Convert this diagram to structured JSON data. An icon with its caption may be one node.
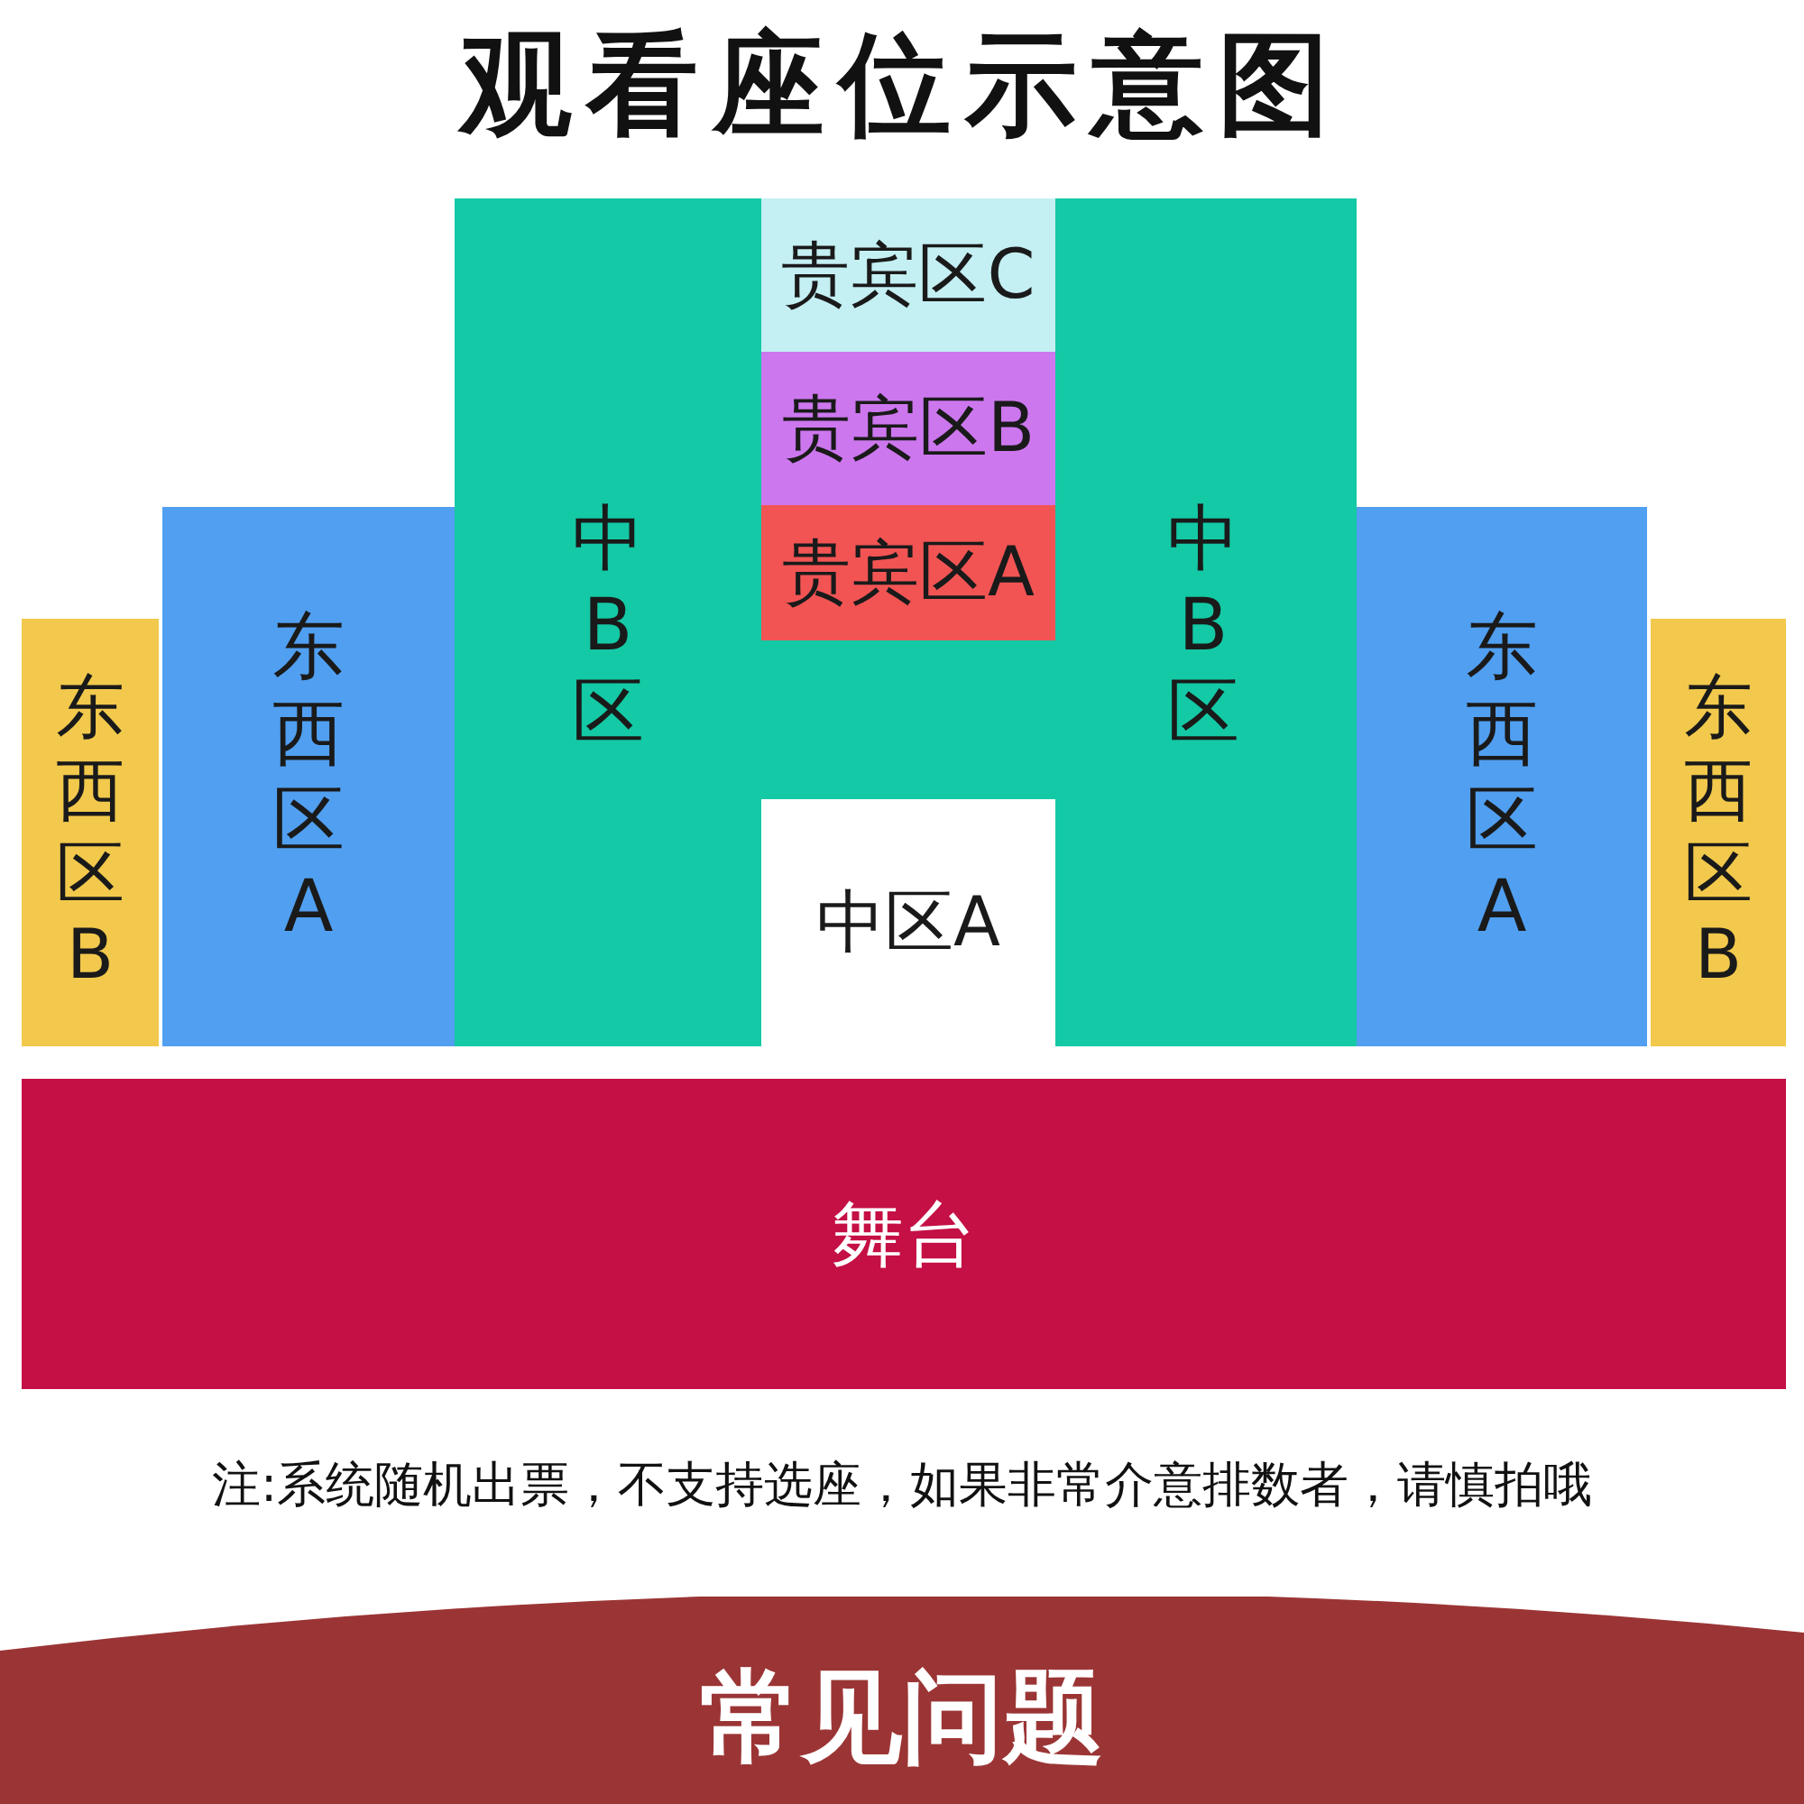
{
  "diagram": {
    "title": "观看座位示意图",
    "nodes": [
      {
        "text": [
          "东西区B"
        ]
      },
      {
        "text": [
          "东西区A"
        ]
      },
      {
        "text": [
          "中B区",
          "中B区"
        ]
      },
      {
        "text": [
          "贵宾区C"
        ],
        "in": 2
      },
      {
        "text": [
          "贵宾区B"
        ],
        "in": 2
      },
      {
        "text": [
          "贵宾区A"
        ],
        "in": 2
      },
      {
        "text": [
          "中区A"
        ],
        "in": 2
      },
      {
        "text": [
          "东西区A"
        ]
      },
      {
        "text": [
          "东西区B"
        ]
      },
      {
        "text": [
          "舞台"
        ]
      },
      {
        "text": [
          "常见问题"
        ]
      }
    ],
    "labels": [
      "注:系统随机出票，不支持选座，如果非常介意排数者，请慎拍哦"
    ]
  }
}
